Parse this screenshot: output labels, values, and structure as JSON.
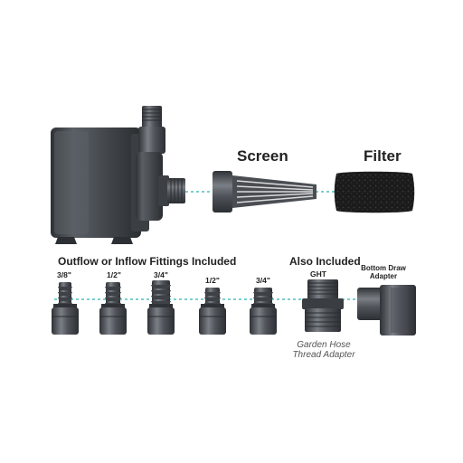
{
  "labels": {
    "screen": "Screen",
    "filter": "Filter",
    "fittings_heading": "Outflow or Inflow Fittings Included",
    "also_included": "Also Included",
    "ght": "GHT",
    "bottom_draw_line1": "Bottom Draw",
    "bottom_draw_line2": "Adapter",
    "hose_line1": "Garden Hose",
    "hose_line2": "Thread Adapter"
  },
  "fittings": [
    {
      "size": "3/8\""
    },
    {
      "size": "1/2\""
    },
    {
      "size": "3/4\""
    },
    {
      "size": "1/2\""
    },
    {
      "size": "3/4\""
    }
  ],
  "colors": {
    "part_dark": "#3a3d41",
    "part_mid": "#55595e",
    "part_light": "#7d8288",
    "filter_black": "#1b1b1b",
    "guide_line": "#2bb3b1"
  }
}
